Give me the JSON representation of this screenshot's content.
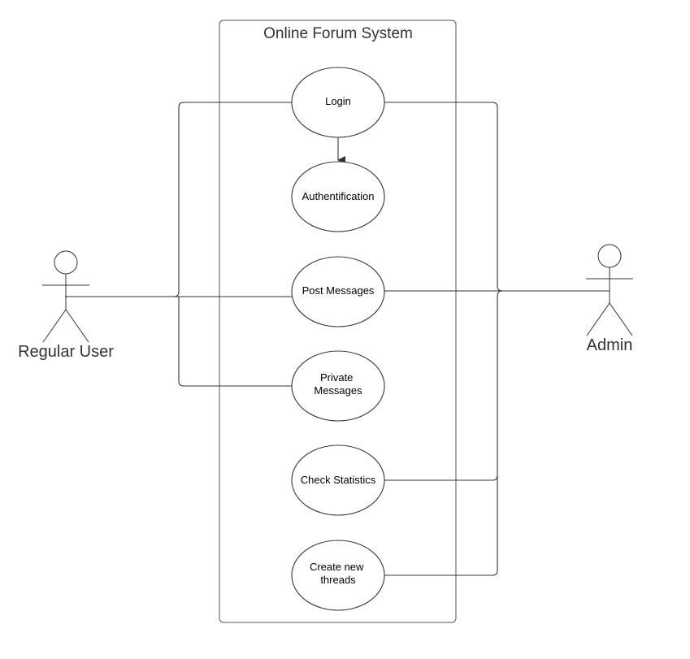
{
  "system": {
    "title": "Online Forum System"
  },
  "actors": {
    "regular_user": {
      "label": "Regular User"
    },
    "admin": {
      "label": "Admin"
    }
  },
  "use_cases": {
    "login": {
      "lines": [
        "Login"
      ]
    },
    "authentification": {
      "lines": [
        "Authentification"
      ]
    },
    "post_messages": {
      "lines": [
        "Post Messages"
      ]
    },
    "private_messages": {
      "lines": [
        "Private",
        "Messages"
      ]
    },
    "check_statistics": {
      "lines": [
        "Check Statistics"
      ]
    },
    "create_threads": {
      "lines": [
        "Create new",
        "threads"
      ]
    }
  }
}
